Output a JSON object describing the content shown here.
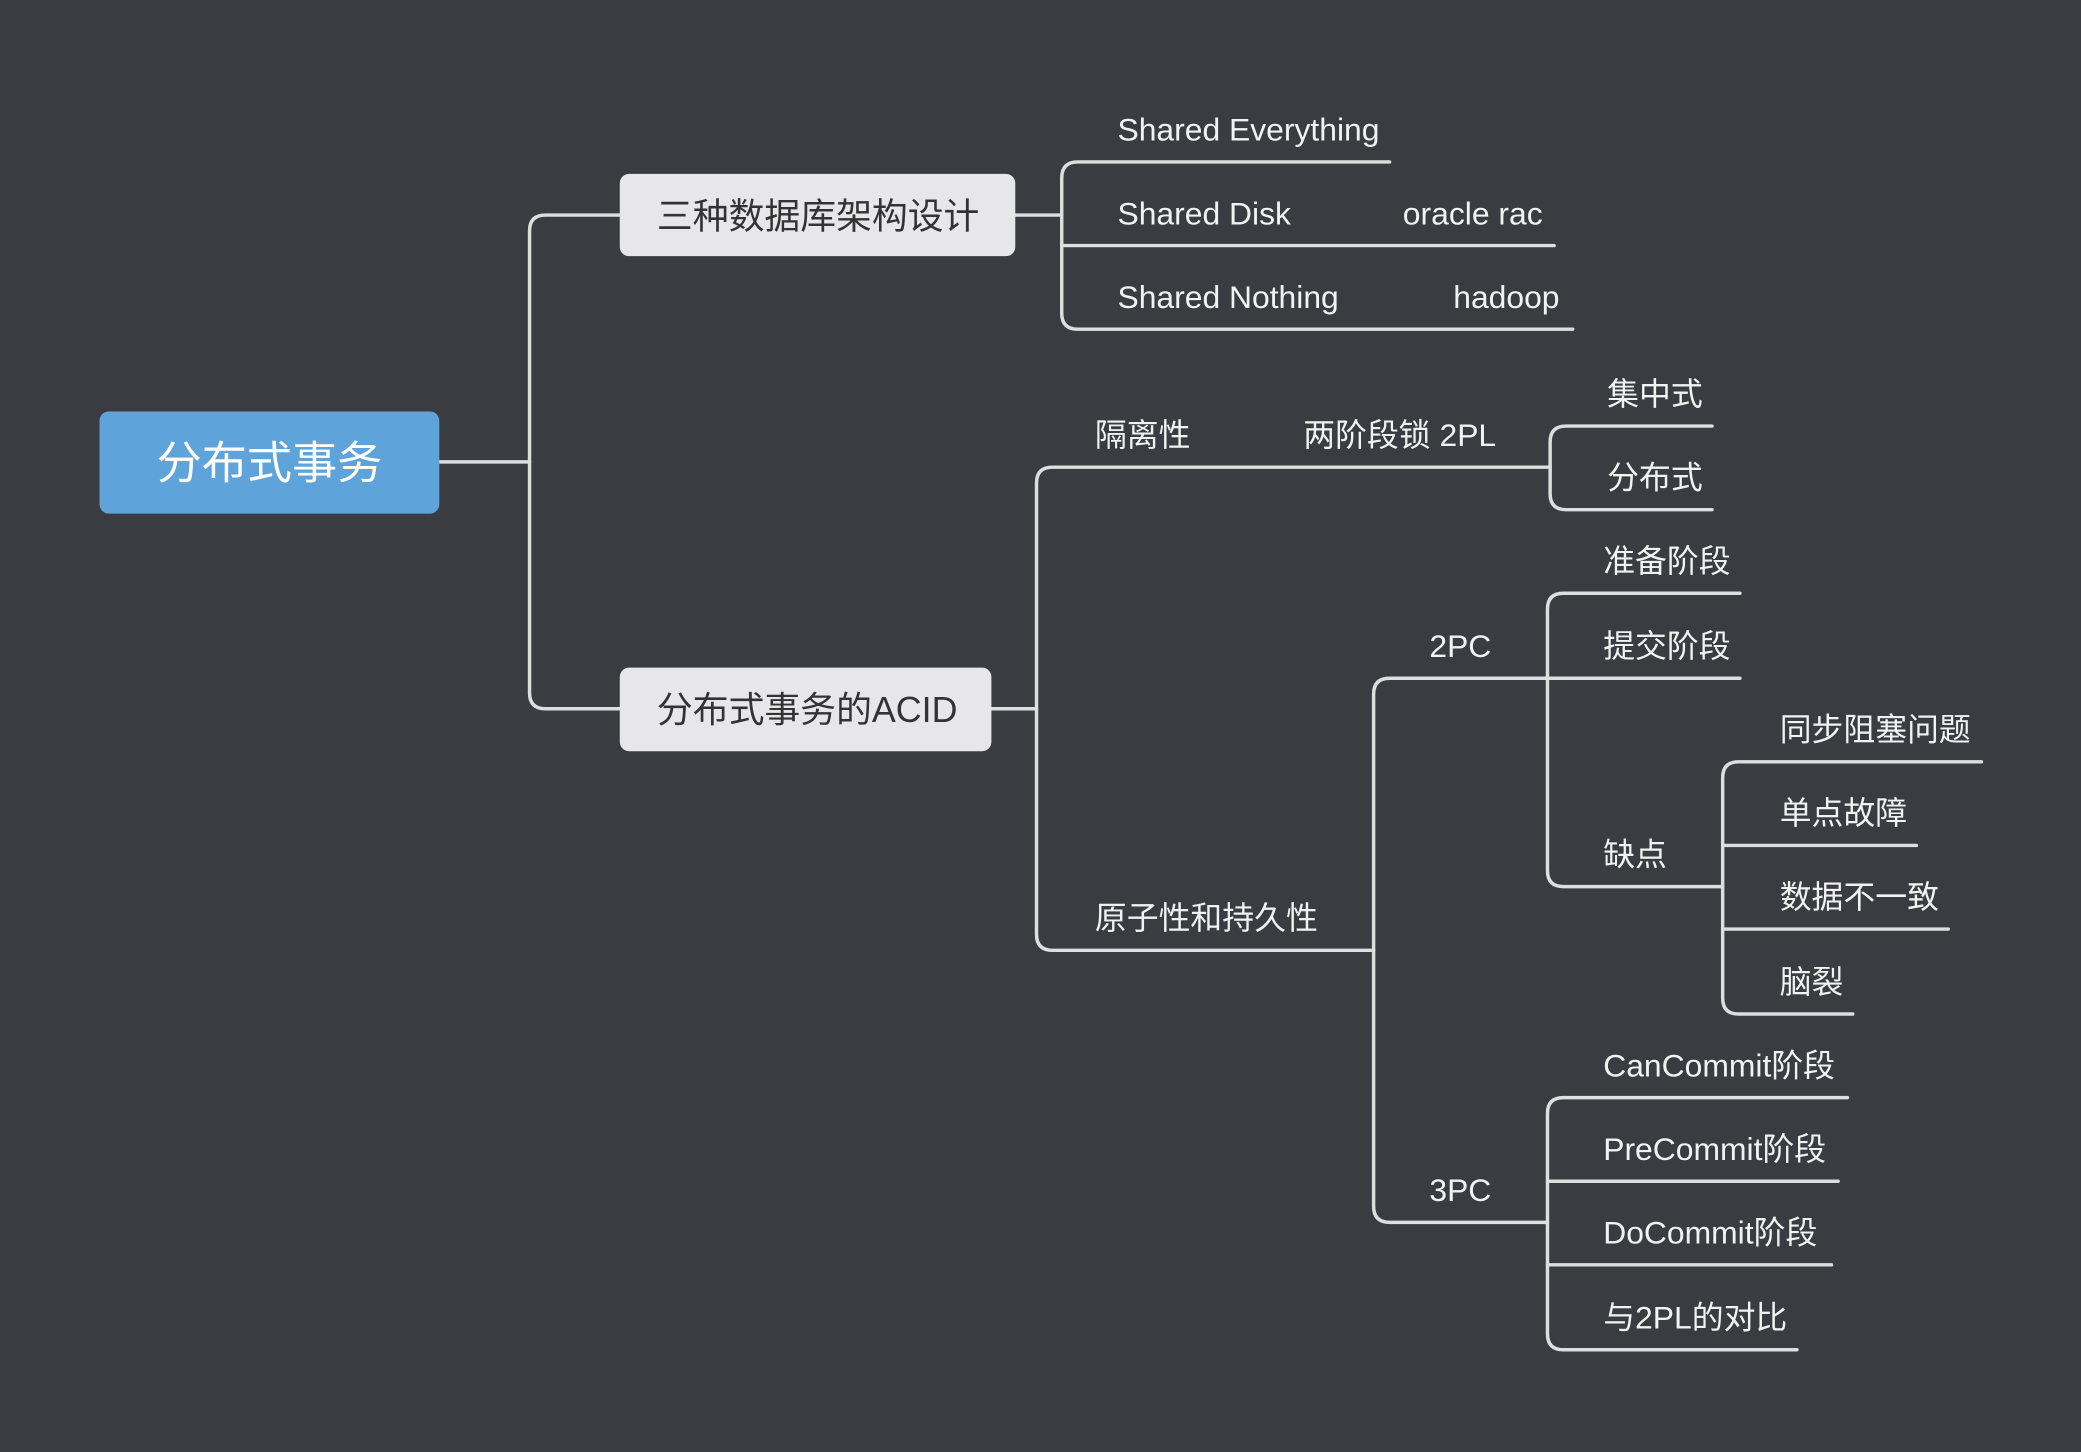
{
  "mindmap": {
    "root": "分布式事务",
    "branches": [
      {
        "label": "三种数据库架构设计",
        "children": [
          {
            "label": "Shared Everything"
          },
          {
            "label": "Shared Disk",
            "children": [
              {
                "label": "oracle rac"
              }
            ]
          },
          {
            "label": "Shared Nothing",
            "children": [
              {
                "label": "hadoop"
              }
            ]
          }
        ]
      },
      {
        "label": "分布式事务的ACID",
        "children": [
          {
            "label": "隔离性",
            "children": [
              {
                "label": "两阶段锁 2PL",
                "children": [
                  {
                    "label": "集中式"
                  },
                  {
                    "label": "分布式"
                  }
                ]
              }
            ]
          },
          {
            "label": "原子性和持久性",
            "children": [
              {
                "label": "2PC",
                "children": [
                  {
                    "label": "准备阶段"
                  },
                  {
                    "label": "提交阶段"
                  },
                  {
                    "label": "缺点",
                    "children": [
                      {
                        "label": "同步阻塞问题"
                      },
                      {
                        "label": "单点故障"
                      },
                      {
                        "label": "数据不一致"
                      },
                      {
                        "label": "脑裂"
                      }
                    ]
                  }
                ]
              },
              {
                "label": "3PC",
                "children": [
                  {
                    "label": "CanCommit阶段"
                  },
                  {
                    "label": "PreCommit阶段"
                  },
                  {
                    "label": "DoCommit阶段"
                  },
                  {
                    "label": "与2PL的对比"
                  }
                ]
              }
            ]
          }
        ]
      }
    ]
  },
  "colors": {
    "background": "#3b3c41",
    "root_fill": "#5ea3d9",
    "root_text": "#ffffff",
    "branch_fill": "#e7e7e9",
    "branch_text": "#333333",
    "line": "#dedede",
    "leaf_text": "#f2f2f2"
  }
}
